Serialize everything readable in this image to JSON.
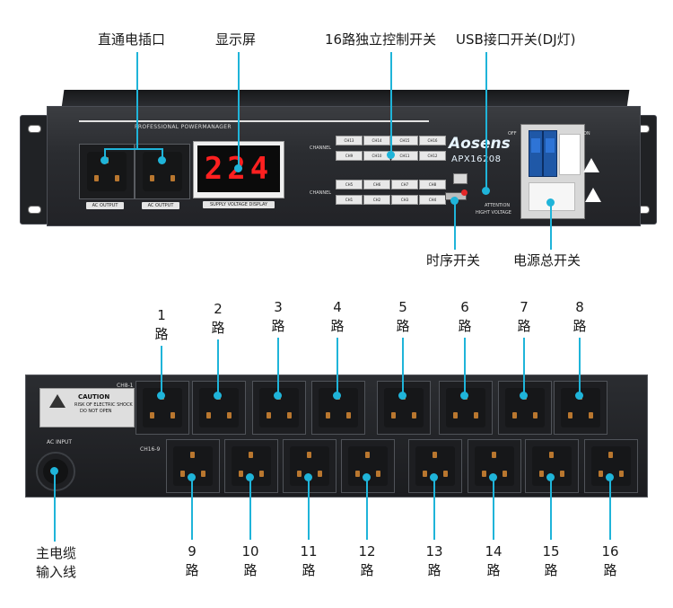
{
  "front": {
    "callouts": {
      "direct_socket": "直通电插口",
      "display": "显示屏",
      "independent_switches": "16路独立控制开关",
      "usb_switch": "USB接口开关(DJ灯)",
      "sequence_switch": "时序开关",
      "main_power_switch": "电源总开关"
    },
    "panel": {
      "brand_strip": "PROFESSIONAL POWERMANAGER",
      "ac_output_1": "AC OUTPUT",
      "ac_output_2": "AC OUTPUT",
      "display_caption": "SUPPLY VOLTAGE DISPLAY",
      "display_value": "224",
      "channel_label_top": "CHANNEL",
      "channel_label_bottom": "CHANNEL",
      "logo": "Aosens",
      "model": "APX16208",
      "attention": "ATTENTION",
      "high_voltage": "HIGHT VOLTAGE",
      "off": "OFF",
      "on": "ON",
      "row1": [
        "CH13",
        "CH14",
        "CH15",
        "CH16"
      ],
      "row2": [
        "CH9",
        "CH10",
        "CH11",
        "CH12"
      ],
      "row3": [
        "CH5",
        "CH6",
        "CH7",
        "CH8"
      ],
      "row4": [
        "CH1",
        "CH2",
        "CH3",
        "CH4"
      ]
    }
  },
  "back": {
    "caution_title": "CAUTION",
    "caution_line1": "RISK OF ELECTRIC SHOCK",
    "caution_line2": "DO NOT OPEN",
    "ac_input": "AC INPUT",
    "row_top_label": "CH8-1",
    "row_bottom_label": "CH16-9",
    "cable_callout_line1": "主电缆",
    "cable_callout_line2": "输入线",
    "channel_suffix": "路",
    "top_numbers": [
      "1",
      "2",
      "3",
      "4",
      "5",
      "6",
      "7",
      "8"
    ],
    "bottom_numbers": [
      "9",
      "10",
      "11",
      "12",
      "13",
      "14",
      "15",
      "16"
    ]
  },
  "colors": {
    "accent": "#1fb4d9",
    "display_red": "#ff2020",
    "chassis": "#2a2c30"
  }
}
